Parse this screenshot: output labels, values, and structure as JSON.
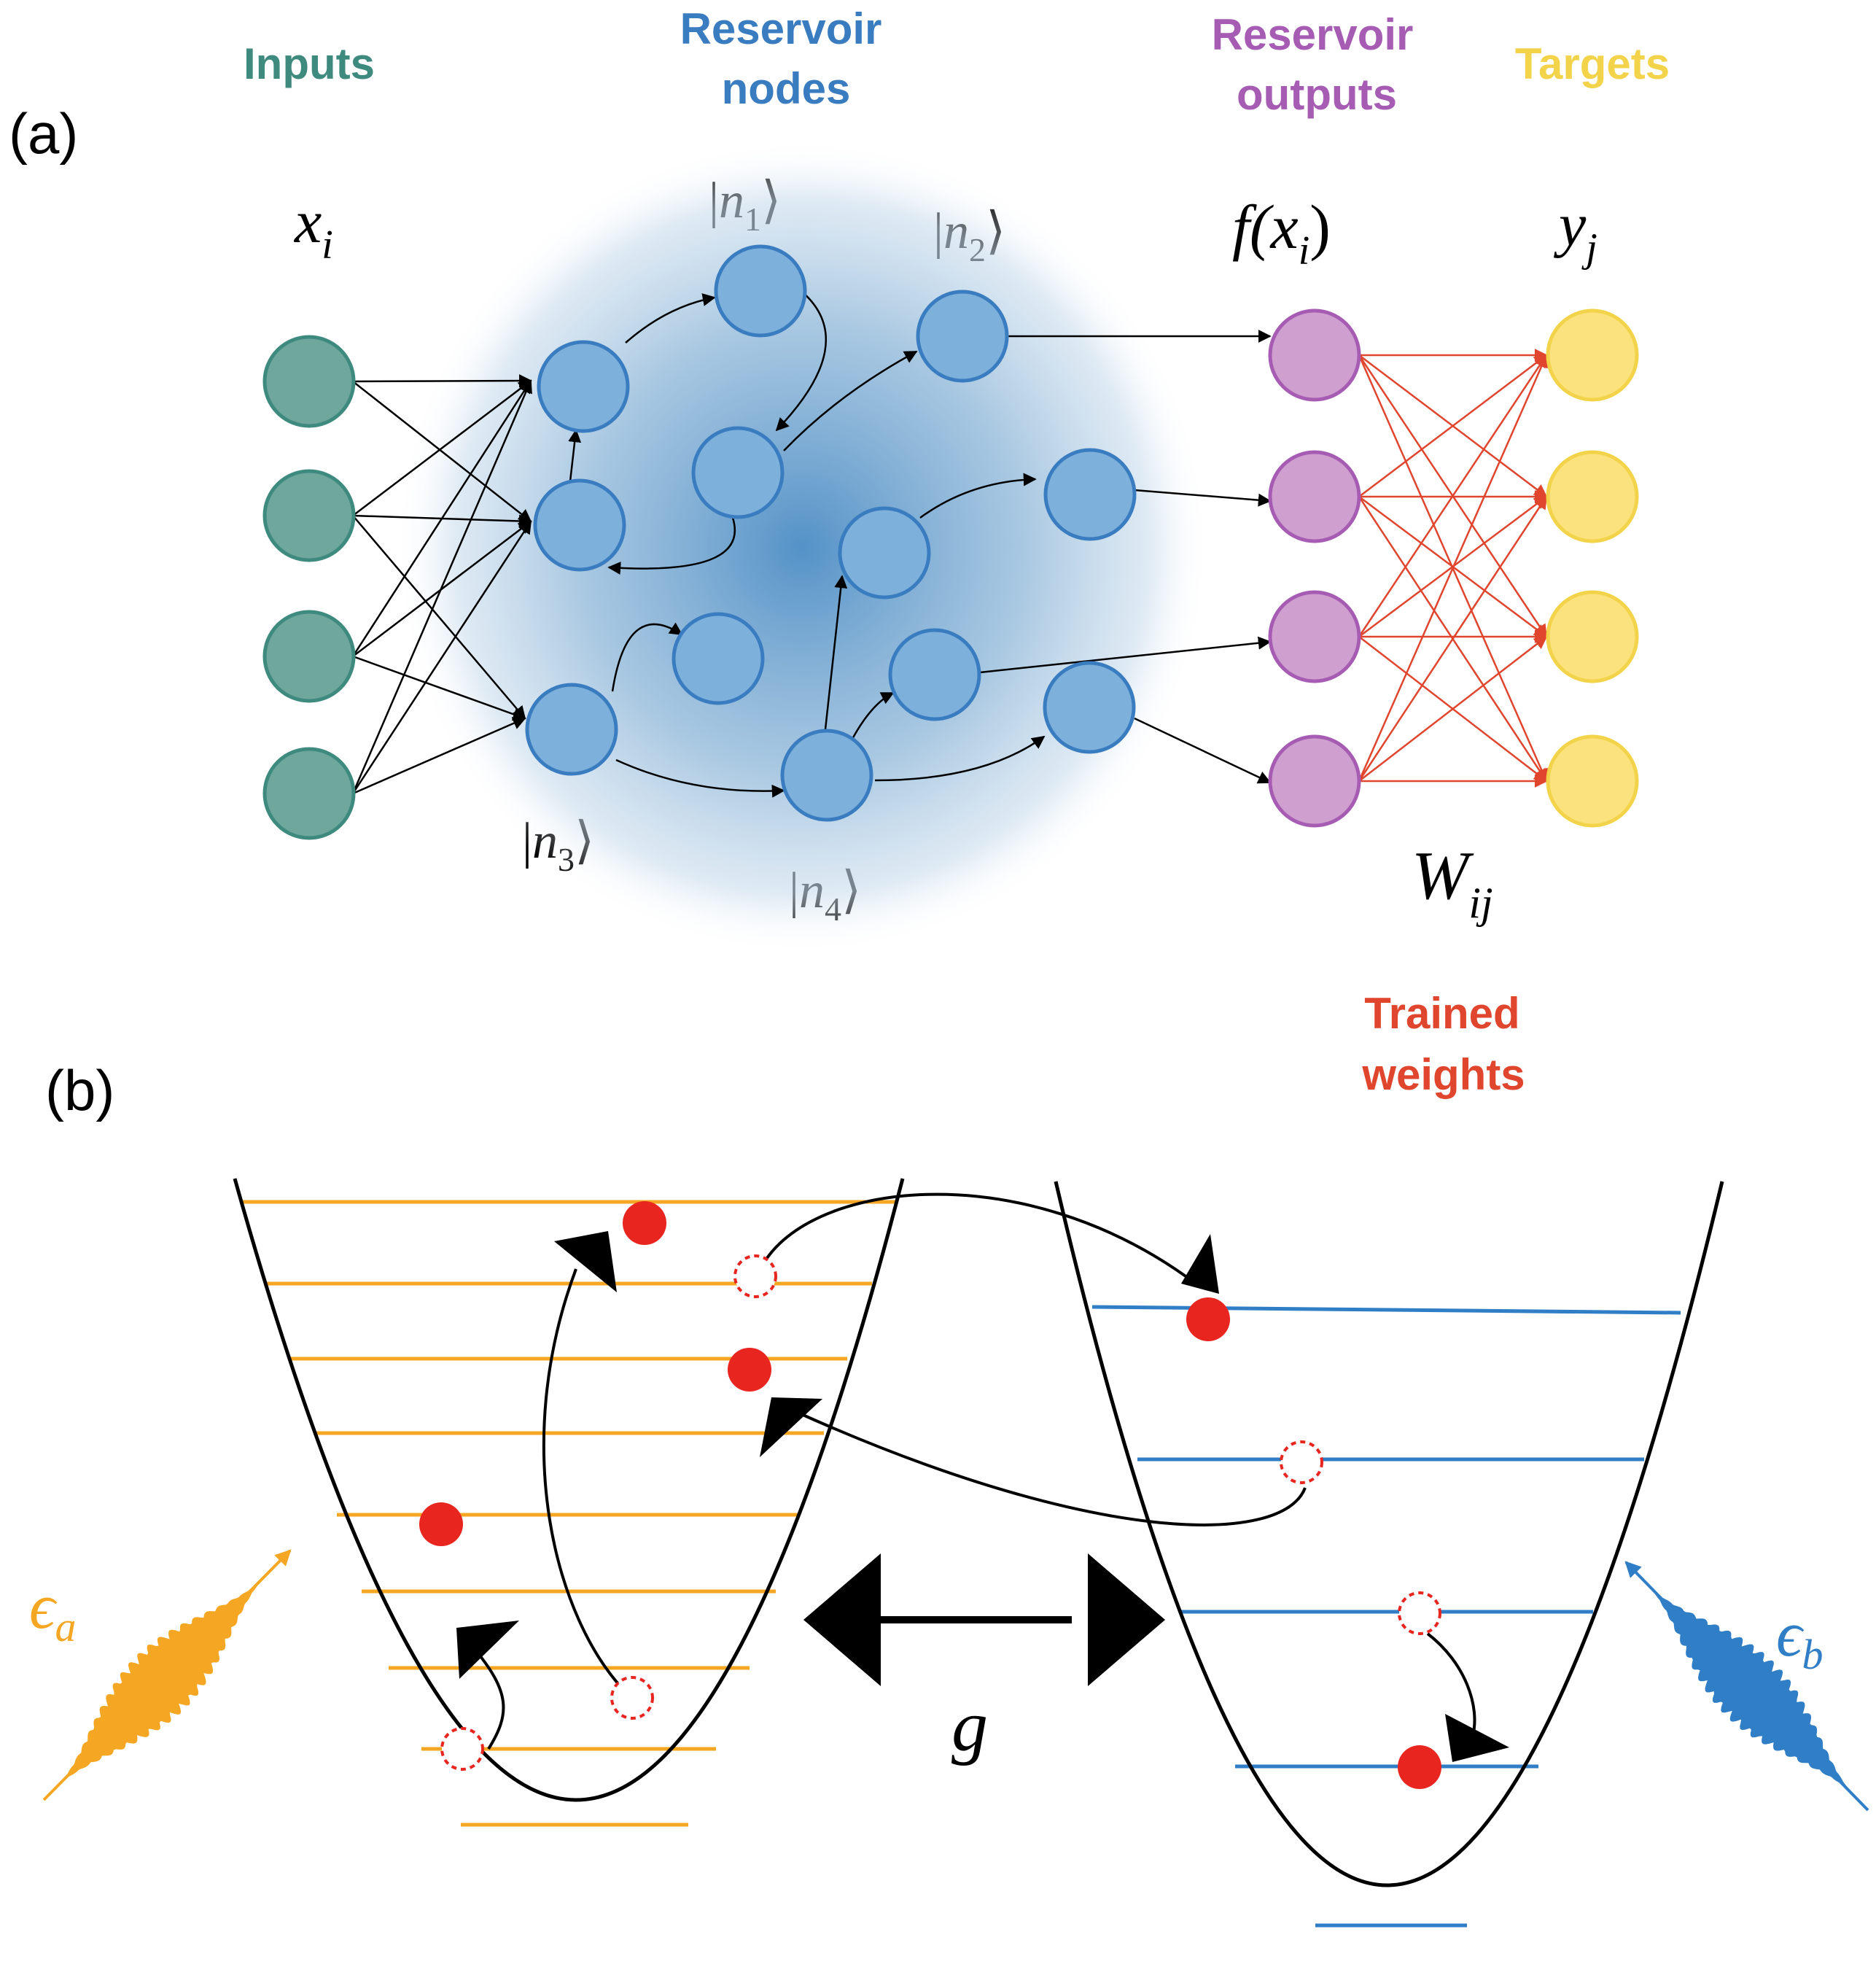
{
  "panel_a": {
    "label": "(a)",
    "headers": {
      "inputs": "Inputs",
      "reservoir_nodes_l1": "Reservoir",
      "reservoir_nodes_l2": "nodes",
      "reservoir_outputs_l1": "Reservoir",
      "reservoir_outputs_l2": "outputs",
      "targets": "Targets",
      "trained_weights_l1": "Trained",
      "trained_weights_l2": "weights"
    },
    "math": {
      "x_base": "x",
      "x_sub": "i",
      "fx_prefix": "f(x",
      "fx_sub": "i",
      "fx_suffix": ")",
      "y_base": "y",
      "y_sub": "j",
      "w_base": "W",
      "w_sub": "ij",
      "n_base": "n",
      "n1_sub": "1",
      "n2_sub": "2",
      "n3_sub": "3",
      "n4_sub": "4",
      "ket_open": "|",
      "ket_close": "⟩"
    },
    "colors": {
      "inputs": "#3f8a7f",
      "input_fill": "#6fa79d",
      "reservoir": "#3a7cc0",
      "reservoir_fill": "#7eb0dc",
      "outputs": "#a65cb3",
      "output_fill": "#cfa0cf",
      "targets": "#f2d34a",
      "target_fill": "#fbe27e",
      "weights": "#e0452d"
    }
  },
  "panel_b": {
    "label": "(b)",
    "drive_a_base": "ϵ",
    "drive_a_sub": "a",
    "drive_b_base": "ϵ",
    "drive_b_sub": "b",
    "coupling": "g",
    "colors": {
      "well_a_levels": "#f5a623",
      "well_b_levels": "#2f7ec6",
      "particle": "#e8251f"
    }
  }
}
